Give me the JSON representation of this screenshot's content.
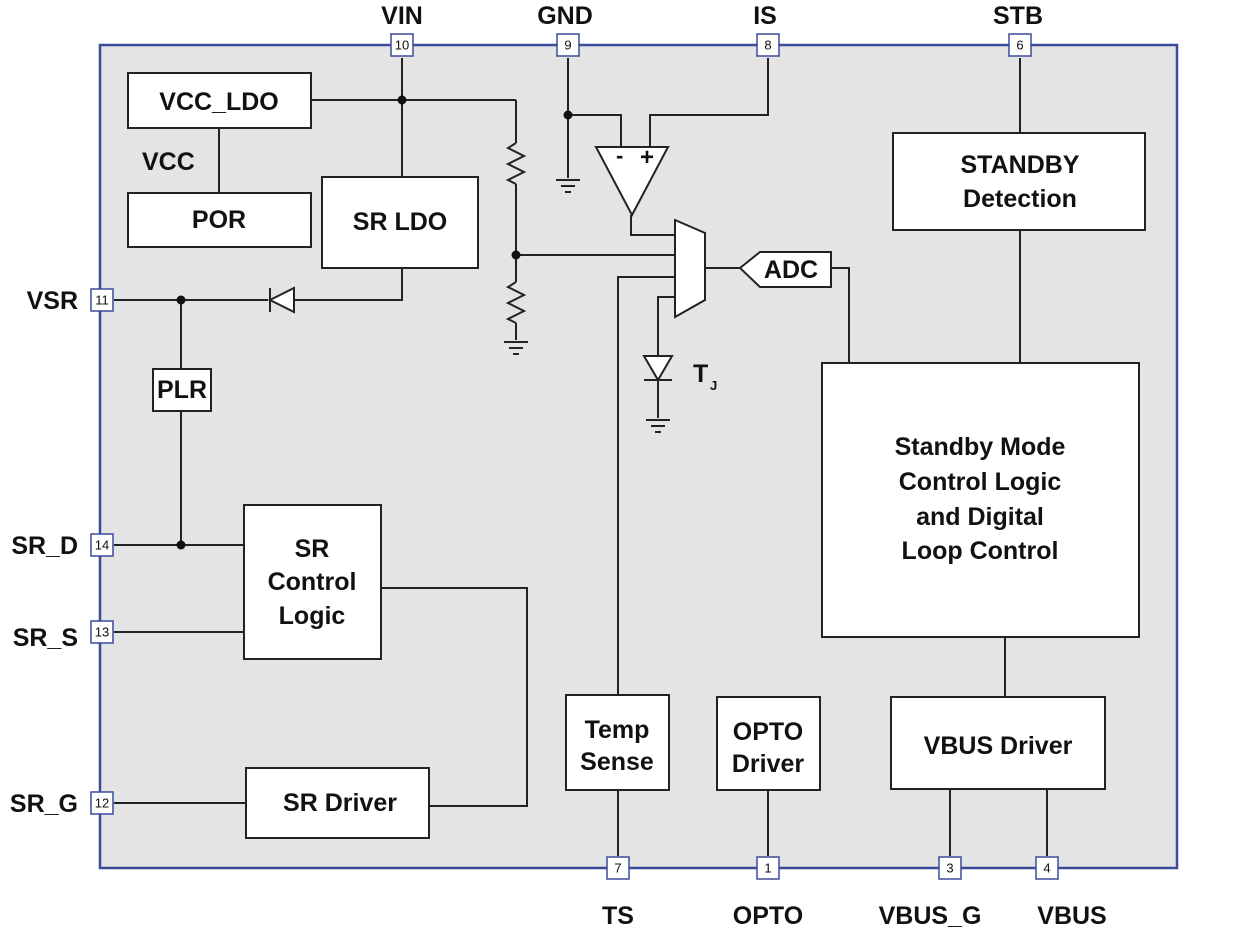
{
  "pins": {
    "vin": {
      "name": "VIN",
      "num": "10"
    },
    "gnd": {
      "name": "GND",
      "num": "9"
    },
    "is": {
      "name": "IS",
      "num": "8"
    },
    "stb": {
      "name": "STB",
      "num": "6"
    },
    "vsr": {
      "name": "VSR",
      "num": "11"
    },
    "sr_d": {
      "name": "SR_D",
      "num": "14"
    },
    "sr_s": {
      "name": "SR_S",
      "num": "13"
    },
    "sr_g": {
      "name": "SR_G",
      "num": "12"
    },
    "ts": {
      "name": "TS",
      "num": "7"
    },
    "opto": {
      "name": "OPTO",
      "num": "1"
    },
    "vbus_g": {
      "name": "VBUS_G",
      "num": "3"
    },
    "vbus": {
      "name": "VBUS",
      "num": "4"
    }
  },
  "blocks": {
    "vcc_ldo": "VCC_LDO",
    "vcc": "VCC",
    "por": "POR",
    "sr_ldo": "SR LDO",
    "plr": "PLR",
    "sr_control": [
      "SR",
      "Control",
      "Logic"
    ],
    "sr_driver": "SR Driver",
    "adc": "ADC",
    "tj_main": "T",
    "tj_sub": "J",
    "standby_detection": [
      "STANDBY",
      "Detection"
    ],
    "standby_logic": [
      "Standby Mode",
      "Control Logic",
      "and Digital",
      "Loop Control"
    ],
    "temp_sense": [
      "Temp",
      "Sense"
    ],
    "opto_driver": [
      "OPTO",
      "Driver"
    ],
    "vbus_driver": "VBUS Driver",
    "opamp_minus": "-",
    "opamp_plus": "+"
  }
}
